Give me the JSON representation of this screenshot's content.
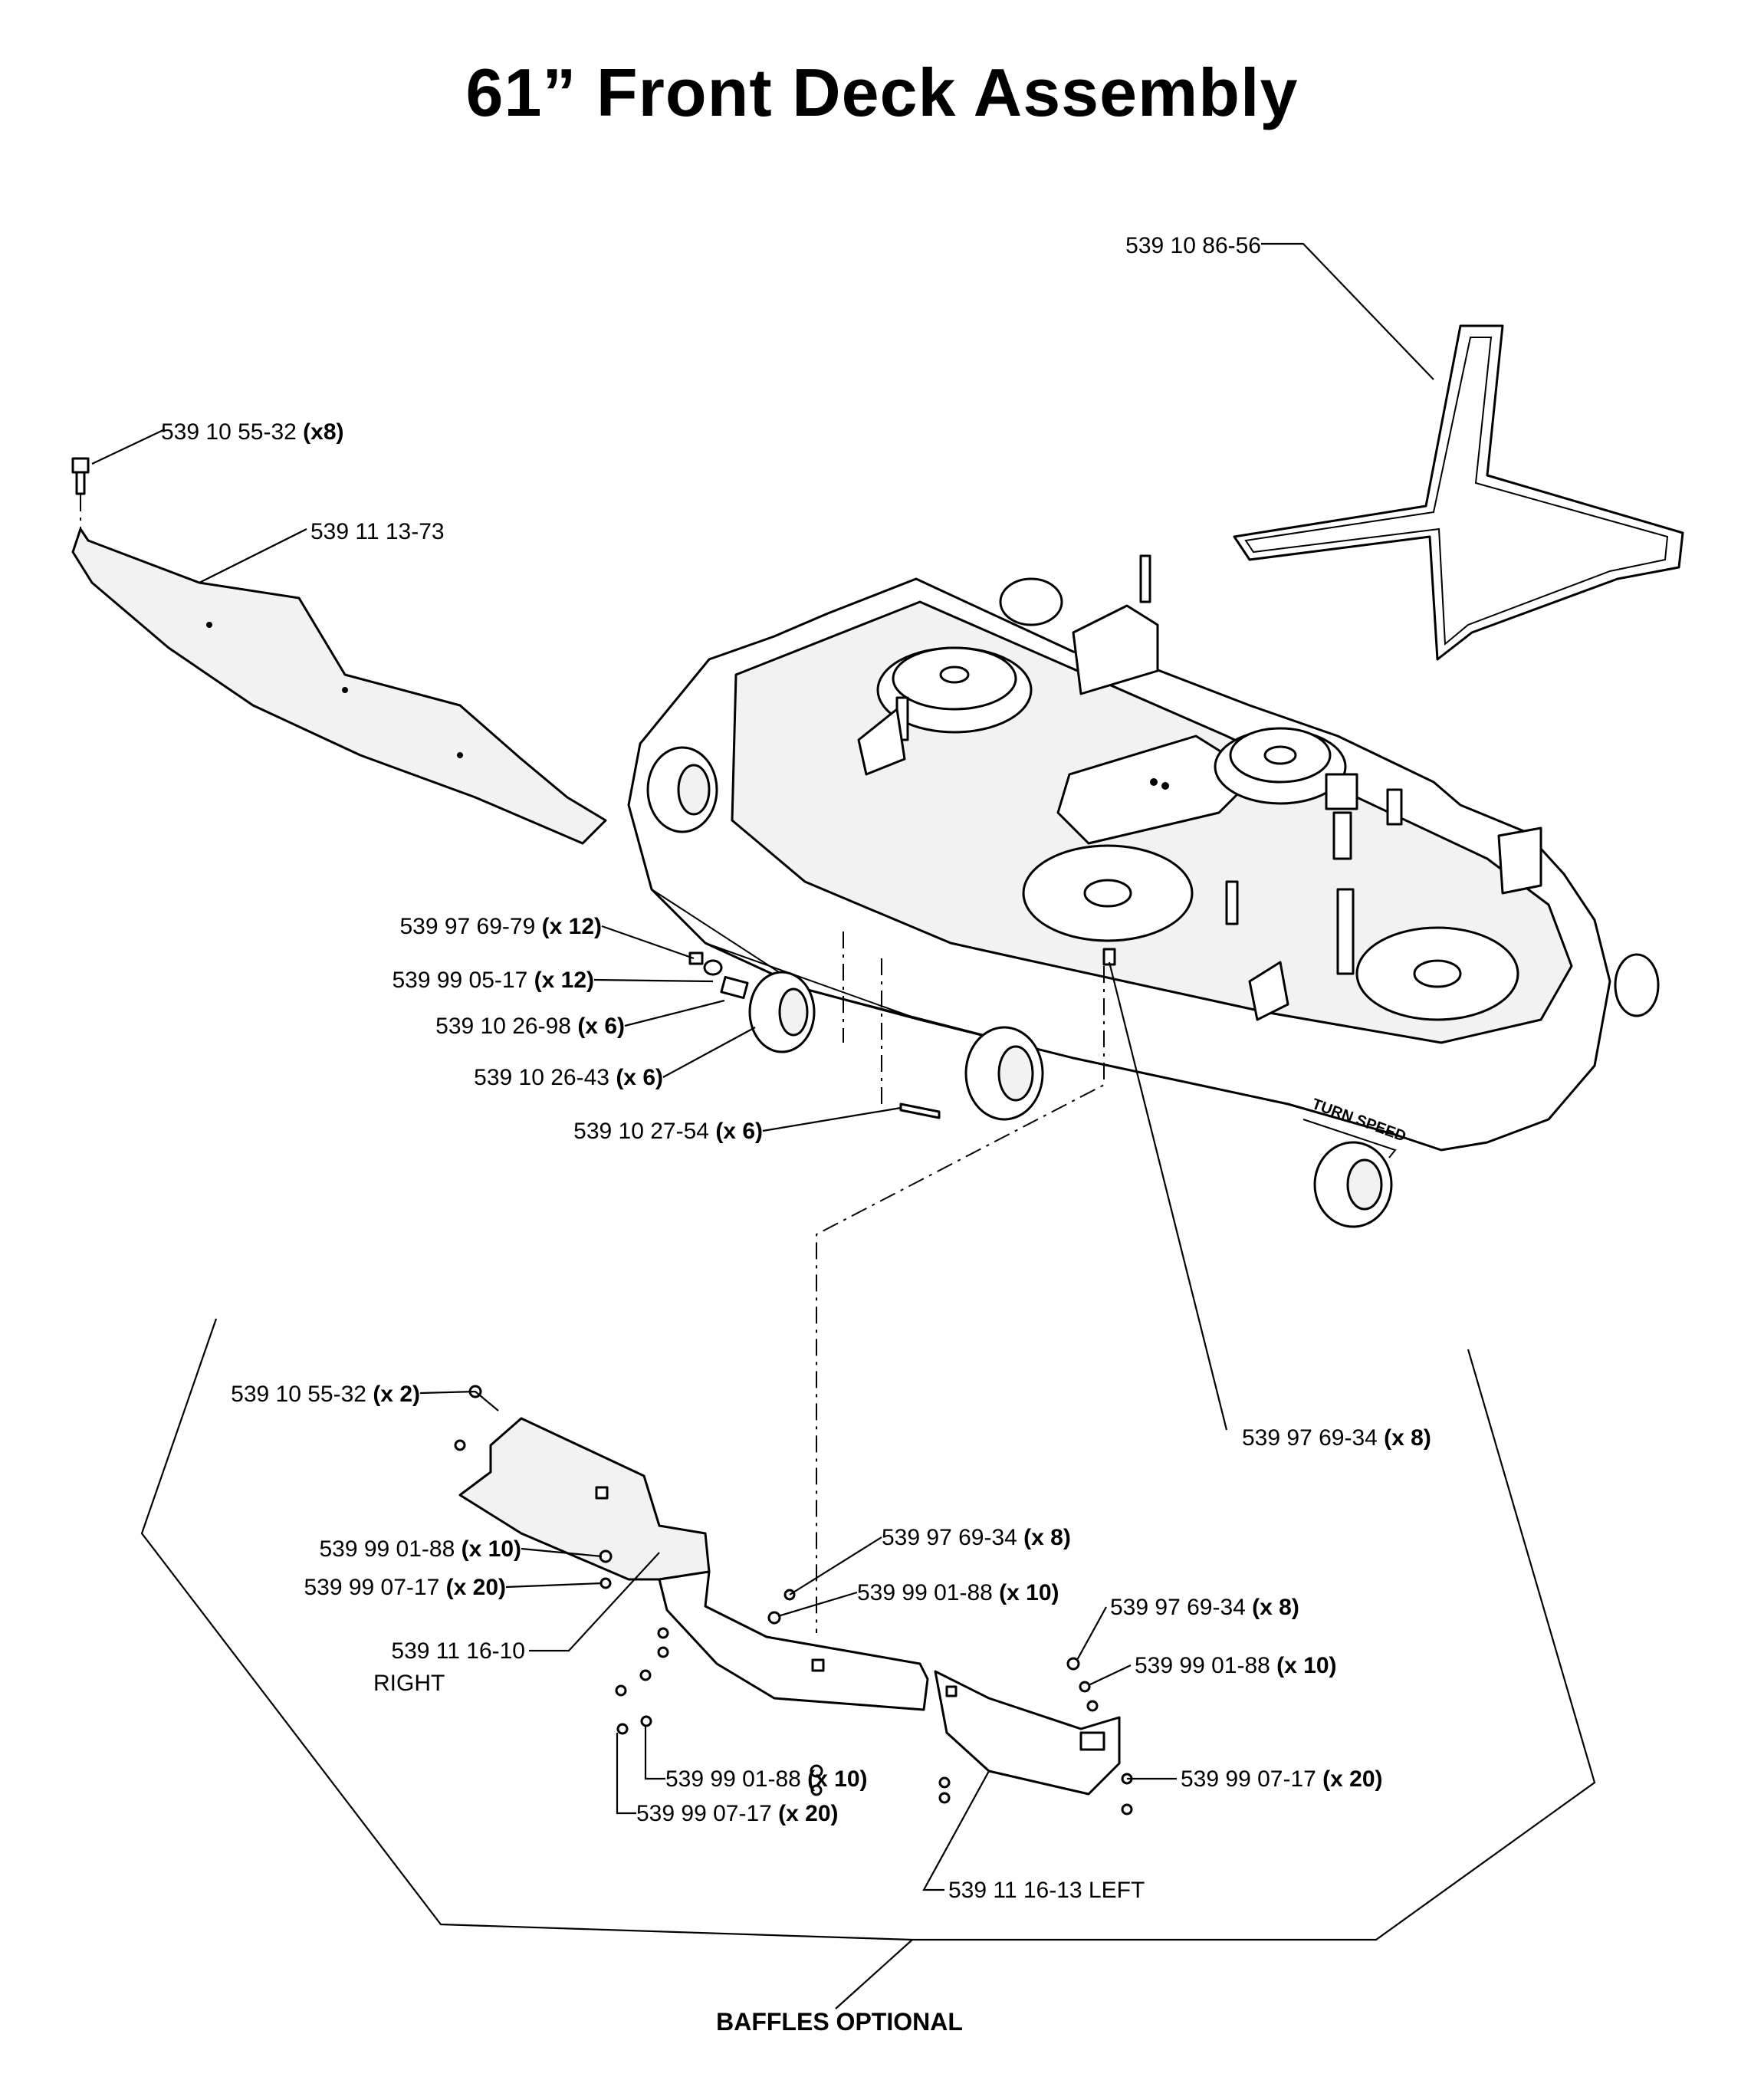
{
  "title": "61” Front Deck Assembly",
  "callouts": [
    {
      "id": "belt",
      "part": "539 10 86-56",
      "qty": ""
    },
    {
      "id": "screw-top",
      "part": "539 10 55-32",
      "qty": "(x8)"
    },
    {
      "id": "shield",
      "part": "539 11 13-73",
      "qty": ""
    },
    {
      "id": "nut-wheel",
      "part": "539 97 69-79",
      "qty": "(x 12)"
    },
    {
      "id": "washer-wheel",
      "part": "539 99 05-17",
      "qty": "(x 12)"
    },
    {
      "id": "spacer-wheel",
      "part": "539 10 26-98",
      "qty": "(x 6)"
    },
    {
      "id": "wheel",
      "part": "539 10 26-43",
      "qty": "(x 6)"
    },
    {
      "id": "bolt-wheel",
      "part": "539 10 27-54",
      "qty": "(x 6)"
    },
    {
      "id": "nut-deck",
      "part": "539 97 69-34",
      "qty": "(x 8)"
    },
    {
      "id": "screw-baffle",
      "part": "539 10 55-32",
      "qty": "(x 2)"
    },
    {
      "id": "washer-r1",
      "part": "539 99 01-88",
      "qty": "(x 10)"
    },
    {
      "id": "bolt-r1",
      "part": "539 99 07-17",
      "qty": "(x 20)"
    },
    {
      "id": "baffle-right",
      "part": "539 11 16-10",
      "qty": "",
      "side": "RIGHT"
    },
    {
      "id": "nut-mid",
      "part": "539 97 69-34",
      "qty": "(x 8)"
    },
    {
      "id": "washer-mid",
      "part": "539 99 01-88",
      "qty": "(x 10)"
    },
    {
      "id": "nut-left",
      "part": "539 97 69-34",
      "qty": "(x 8)"
    },
    {
      "id": "washer-left",
      "part": "539 99 01-88",
      "qty": "(x 10)"
    },
    {
      "id": "washer-bottom",
      "part": "539 99 01-88",
      "qty": "(x 10)"
    },
    {
      "id": "bolt-bottom",
      "part": "539 99 07-17",
      "qty": "(x 20)"
    },
    {
      "id": "bolt-left",
      "part": "539 99 07-17",
      "qty": "(x 20)"
    },
    {
      "id": "baffle-left",
      "part": "539 11 16-13 LEFT",
      "qty": ""
    }
  ],
  "baffles_note": "BAFFLES OPTIONAL",
  "decal_text": "TURN SPEED"
}
